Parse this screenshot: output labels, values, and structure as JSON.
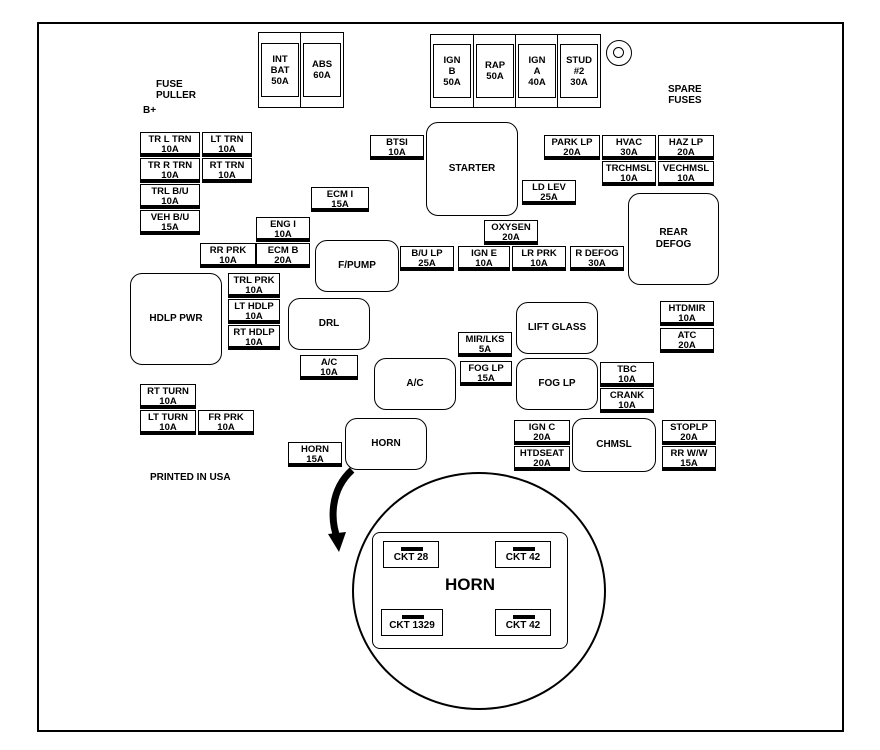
{
  "labels": {
    "fuse_puller": [
      "FUSE",
      "PULLER"
    ],
    "b_plus": "B+",
    "spare_fuses": [
      "SPARE",
      "FUSES"
    ],
    "printed": "PRINTED IN USA"
  },
  "maxi_fuses": {
    "int_bat": [
      "INT",
      "BAT",
      "50A"
    ],
    "abs": [
      "ABS",
      "60A"
    ],
    "ign_b": [
      "IGN",
      "B",
      "50A"
    ],
    "rap": [
      "RAP",
      "50A"
    ],
    "ign_a": [
      "IGN",
      "A",
      "40A"
    ],
    "stud2": [
      "STUD",
      "#2",
      "30A"
    ]
  },
  "fuses": {
    "tr_l_trn": [
      "TR L TRN",
      "10A"
    ],
    "lt_trn": [
      "LT TRN",
      "10A"
    ],
    "tr_r_trn": [
      "TR R TRN",
      "10A"
    ],
    "rt_trn": [
      "RT TRN",
      "10A"
    ],
    "trl_bu": [
      "TRL B/U",
      "10A"
    ],
    "veh_bu": [
      "VEH B/U",
      "15A"
    ],
    "btsi": [
      "BTSI",
      "10A"
    ],
    "ecm1": [
      "ECM I",
      "15A"
    ],
    "eng1": [
      "ENG I",
      "10A"
    ],
    "rr_prk": [
      "RR PRK",
      "10A"
    ],
    "ecm_b": [
      "ECM B",
      "20A"
    ],
    "park_lp": [
      "PARK LP",
      "20A"
    ],
    "hvac": [
      "HVAC",
      "30A"
    ],
    "haz_lp": [
      "HAZ LP",
      "20A"
    ],
    "trchmsl": [
      "TRCHMSL",
      "10A"
    ],
    "vechmsl": [
      "VECHMSL",
      "10A"
    ],
    "ld_lev": [
      "LD LEV",
      "25A"
    ],
    "oxysen": [
      "OXYSEN",
      "20A"
    ],
    "bu_lp": [
      "B/U LP",
      "25A"
    ],
    "ign_e": [
      "IGN E",
      "10A"
    ],
    "lr_prk": [
      "LR PRK",
      "10A"
    ],
    "r_defog": [
      "R DEFOG",
      "30A"
    ],
    "trl_prk": [
      "TRL PRK",
      "10A"
    ],
    "lt_hdlp": [
      "LT HDLP",
      "10A"
    ],
    "rt_hdlp": [
      "RT HDLP",
      "10A"
    ],
    "htdmir": [
      "HTDMIR",
      "10A"
    ],
    "atc": [
      "ATC",
      "20A"
    ],
    "mir_lks": [
      "MIR/LKS",
      "5A"
    ],
    "ac_fuse": [
      "A/C",
      "10A"
    ],
    "fog_lp_fuse": [
      "FOG LP",
      "15A"
    ],
    "tbc": [
      "TBC",
      "10A"
    ],
    "crank": [
      "CRANK",
      "10A"
    ],
    "rt_turn": [
      "RT TURN",
      "10A"
    ],
    "lt_turn": [
      "LT TURN",
      "10A"
    ],
    "fr_prk": [
      "FR PRK",
      "10A"
    ],
    "horn_fuse": [
      "HORN",
      "15A"
    ],
    "ign_c": [
      "IGN C",
      "20A"
    ],
    "htdseat": [
      "HTDSEAT",
      "20A"
    ],
    "stoplp": [
      "STOPLP",
      "20A"
    ],
    "rr_ww": [
      "RR W/W",
      "15A"
    ]
  },
  "relays": {
    "starter": "STARTER",
    "rear_defog": [
      "REAR",
      "DEFOG"
    ],
    "fpump": "F/PUMP",
    "hdlp_pwr": "HDLP PWR",
    "drl": "DRL",
    "lift_glass": "LIFT GLASS",
    "ac": "A/C",
    "fog_lp": "FOG LP",
    "horn": "HORN",
    "chmsl": "CHMSL"
  },
  "horn_detail": {
    "title": "HORN",
    "terminals": [
      "CKT 28",
      "CKT 42",
      "CKT 1329",
      "CKT 42"
    ]
  }
}
